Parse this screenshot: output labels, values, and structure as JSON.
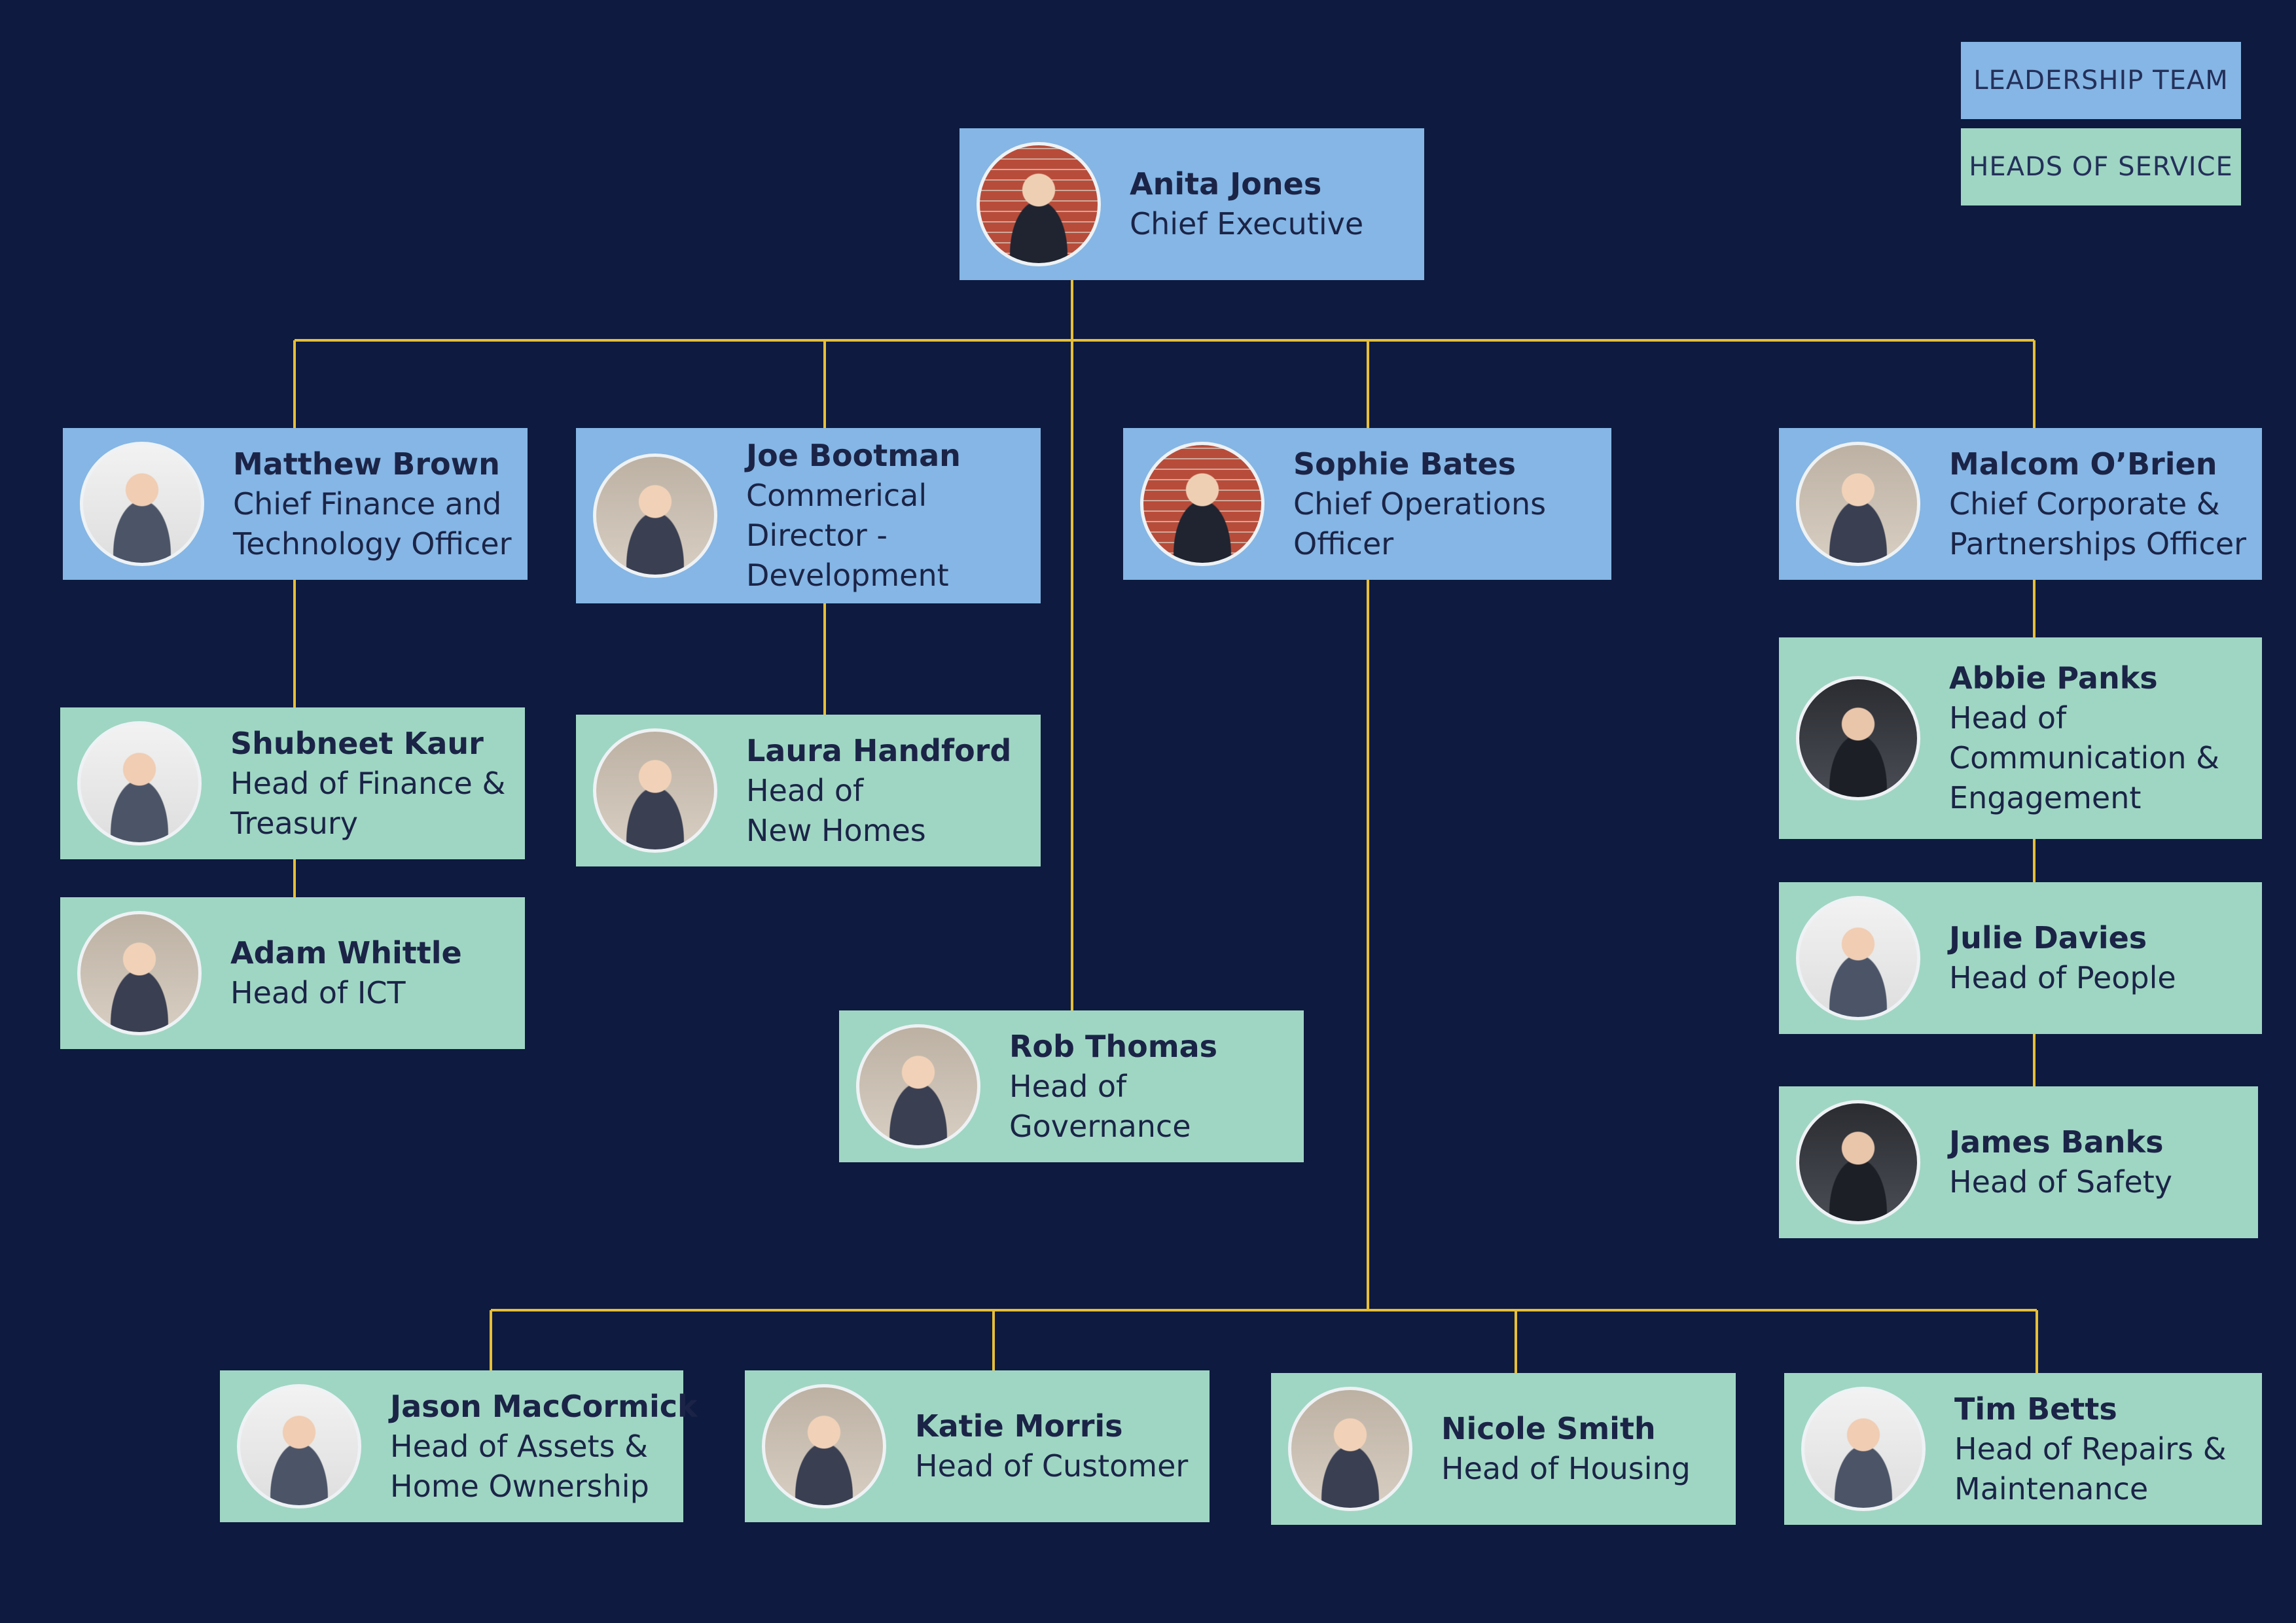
{
  "legend": {
    "leadership": "LEADERSHIP TEAM",
    "heads": "HEADS OF SERVICE"
  },
  "colors": {
    "background": "#0e1a3f",
    "leadership": "#85b6e5",
    "heads_of_service": "#9fd6c3",
    "connector": "#e7bf35",
    "text": "#1b2447"
  },
  "people": {
    "ceo": {
      "name": "Anita Jones",
      "title": [
        "Chief Executive"
      ]
    },
    "cfo": {
      "name": "Matthew Brown",
      "title": [
        "Chief Finance and",
        "Technology Officer"
      ]
    },
    "cd": {
      "name": "Joe Bootman",
      "title": [
        "Commerical",
        "Director -",
        "Development"
      ]
    },
    "coo": {
      "name": "Sophie Bates",
      "title": [
        "Chief Operations",
        "Officer"
      ]
    },
    "ccpo": {
      "name": "Malcom O’Brien",
      "title": [
        "Chief Corporate &",
        "Partnerships Officer"
      ]
    },
    "finance": {
      "name": "Shubneet Kaur",
      "title": [
        "Head of Finance &",
        "Treasury"
      ]
    },
    "ict": {
      "name": "Adam Whittle",
      "title": [
        "Head of ICT"
      ]
    },
    "newhomes": {
      "name": "Laura Handford",
      "title": [
        "Head of",
        "New Homes"
      ]
    },
    "governance": {
      "name": "Rob Thomas",
      "title": [
        "Head of",
        "Governance"
      ]
    },
    "comms": {
      "name": "Abbie Panks",
      "title": [
        "Head of",
        "Communication &",
        "Engagement"
      ]
    },
    "people_head": {
      "name": "Julie Davies",
      "title": [
        "Head of People"
      ]
    },
    "safety": {
      "name": "James Banks",
      "title": [
        "Head of Safety"
      ]
    },
    "assets": {
      "name": "Jason MacCormick",
      "title": [
        "Head of Assets &",
        "Home Ownership"
      ]
    },
    "customer": {
      "name": "Katie Morris",
      "title": [
        "Head of Customer"
      ]
    },
    "housing": {
      "name": "Nicole Smith",
      "title": [
        "Head of Housing"
      ]
    },
    "repairs": {
      "name": "Tim Betts",
      "title": [
        "Head of Repairs &",
        "Maintenance"
      ]
    }
  }
}
